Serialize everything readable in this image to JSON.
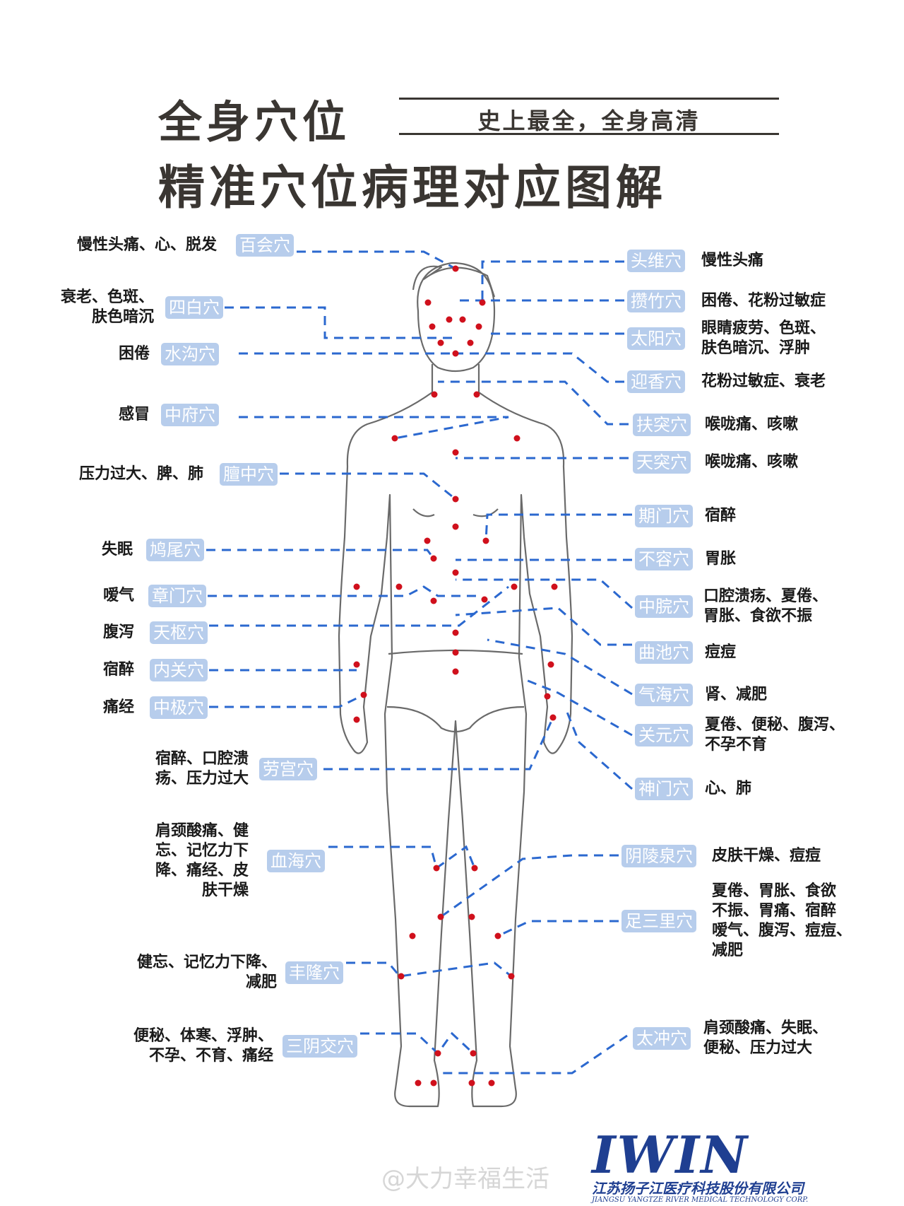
{
  "header": {
    "title_line1": "全身穴位",
    "subtitle": "史上最全，全身高清",
    "title_line2": "精准穴位病理对应图解"
  },
  "colors": {
    "tag_bg": "#b7cdec",
    "line": "#2b68cf",
    "point": "#d0101c",
    "title": "#3a3632",
    "logo": "#1f3f91"
  },
  "left_points": [
    {
      "name": "百会穴",
      "effects": "慢性头痛、心、脱发"
    },
    {
      "name": "四白穴",
      "effects": "衰老、色斑、\n肤色暗沉"
    },
    {
      "name": "水沟穴",
      "effects": "困倦"
    },
    {
      "name": "中府穴",
      "effects": "感冒"
    },
    {
      "name": "膻中穴",
      "effects": "压力过大、脾、肺"
    },
    {
      "name": "鸠尾穴",
      "effects": "失眠"
    },
    {
      "name": "章门穴",
      "effects": "嗳气"
    },
    {
      "name": "天枢穴",
      "effects": "腹泻"
    },
    {
      "name": "内关穴",
      "effects": "宿醉"
    },
    {
      "name": "中极穴",
      "effects": "痛经"
    },
    {
      "name": "劳宫穴",
      "effects": "宿醉、口腔溃\n疡、压力过大"
    },
    {
      "name": "血海穴",
      "effects": "肩颈酸痛、健\n忘、记忆力下\n降、痛经、皮\n肤干燥"
    },
    {
      "name": "丰隆穴",
      "effects": "健忘、记忆力下降、\n减肥"
    },
    {
      "name": "三阴交穴",
      "effects": "便秘、体寒、浮肿、\n不孕、不育、痛经"
    }
  ],
  "right_points": [
    {
      "name": "头维穴",
      "effects": "慢性头痛"
    },
    {
      "name": "攒竹穴",
      "effects": "困倦、花粉过敏症"
    },
    {
      "name": "太阳穴",
      "effects": "眼睛疲劳、色斑、\n肤色暗沉、浮肿"
    },
    {
      "name": "迎香穴",
      "effects": "花粉过敏症、衰老"
    },
    {
      "name": "扶突穴",
      "effects": "喉咙痛、咳嗽"
    },
    {
      "name": "天突穴",
      "effects": "喉咙痛、咳嗽"
    },
    {
      "name": "期门穴",
      "effects": "宿醉"
    },
    {
      "name": "不容穴",
      "effects": "胃胀"
    },
    {
      "name": "中脘穴",
      "effects": "口腔溃疡、夏倦、\n胃胀、食欲不振"
    },
    {
      "name": "曲池穴",
      "effects": "痘痘"
    },
    {
      "name": "气海穴",
      "effects": "肾、减肥"
    },
    {
      "name": "关元穴",
      "effects": "夏倦、便秘、腹泻、\n不孕不育"
    },
    {
      "name": "神门穴",
      "effects": "心、肺"
    },
    {
      "name": "阴陵泉穴",
      "effects": "皮肤干燥、痘痘"
    },
    {
      "name": "足三里穴",
      "effects": "夏倦、胃胀、食欲\n不振、胃痛、宿醉\n嗳气、腹泻、痘痘、\n减肥"
    },
    {
      "name": "太冲穴",
      "effects": "肩颈酸痛、失眠、\n便秘、压力过大"
    }
  ],
  "logo": {
    "wordmark": "IWIN",
    "company_cn": "江苏扬子江医疗科技股份有限公司",
    "company_en": "JIANGSU YANGTZE RIVER MEDICAL TECHNOLOGY CORP."
  },
  "watermark": "@大力幸福生活"
}
